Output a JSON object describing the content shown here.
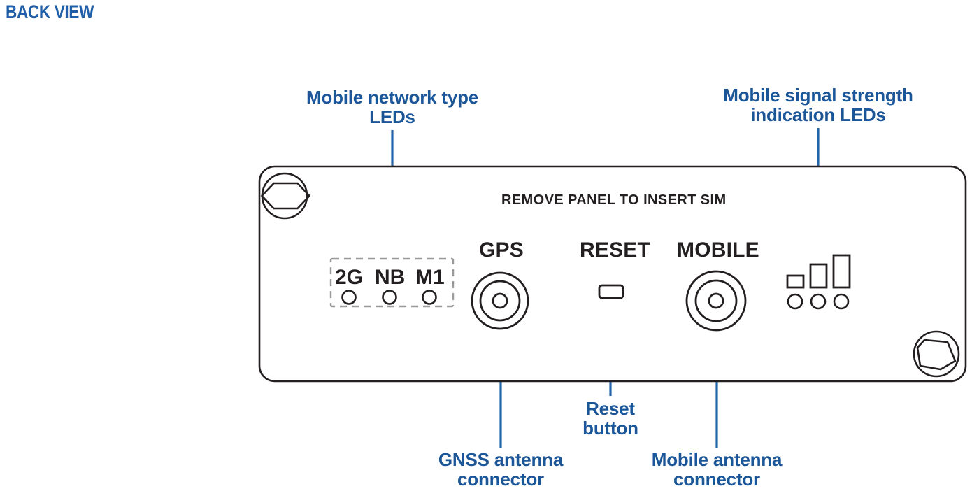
{
  "title": "BACK VIEW",
  "colors": {
    "accent_blue": "#1B5699",
    "leader_blue": "#2266AA",
    "outline_black": "#231F20",
    "dashed_gray": "#9A9A9A",
    "background": "#FFFFFF"
  },
  "device": {
    "panel_text": "REMOVE PANEL TO INSERT SIM",
    "screws": [
      {
        "name": "top-left-screw"
      },
      {
        "name": "bottom-right-screw"
      }
    ],
    "network_leds": {
      "labels": [
        "2G",
        "NB",
        "M1"
      ],
      "led_count": 3
    },
    "ports": [
      {
        "label": "GPS",
        "type": "coaxial-connector"
      },
      {
        "label": "RESET",
        "type": "reset-slot"
      },
      {
        "label": "MOBILE",
        "type": "coaxial-connector"
      }
    ],
    "signal_leds": {
      "bar_count": 3,
      "led_count": 3
    }
  },
  "callouts": [
    {
      "id": "network-type-leds",
      "text": "Mobile network type\nLEDs"
    },
    {
      "id": "signal-strength-leds",
      "text": "Mobile signal strength\nindication LEDs"
    },
    {
      "id": "gnss-antenna",
      "text": "GNSS  antenna\nconnector"
    },
    {
      "id": "reset-button",
      "text": "Reset\nbutton"
    },
    {
      "id": "mobile-antenna",
      "text": "Mobile antenna\nconnector"
    }
  ]
}
